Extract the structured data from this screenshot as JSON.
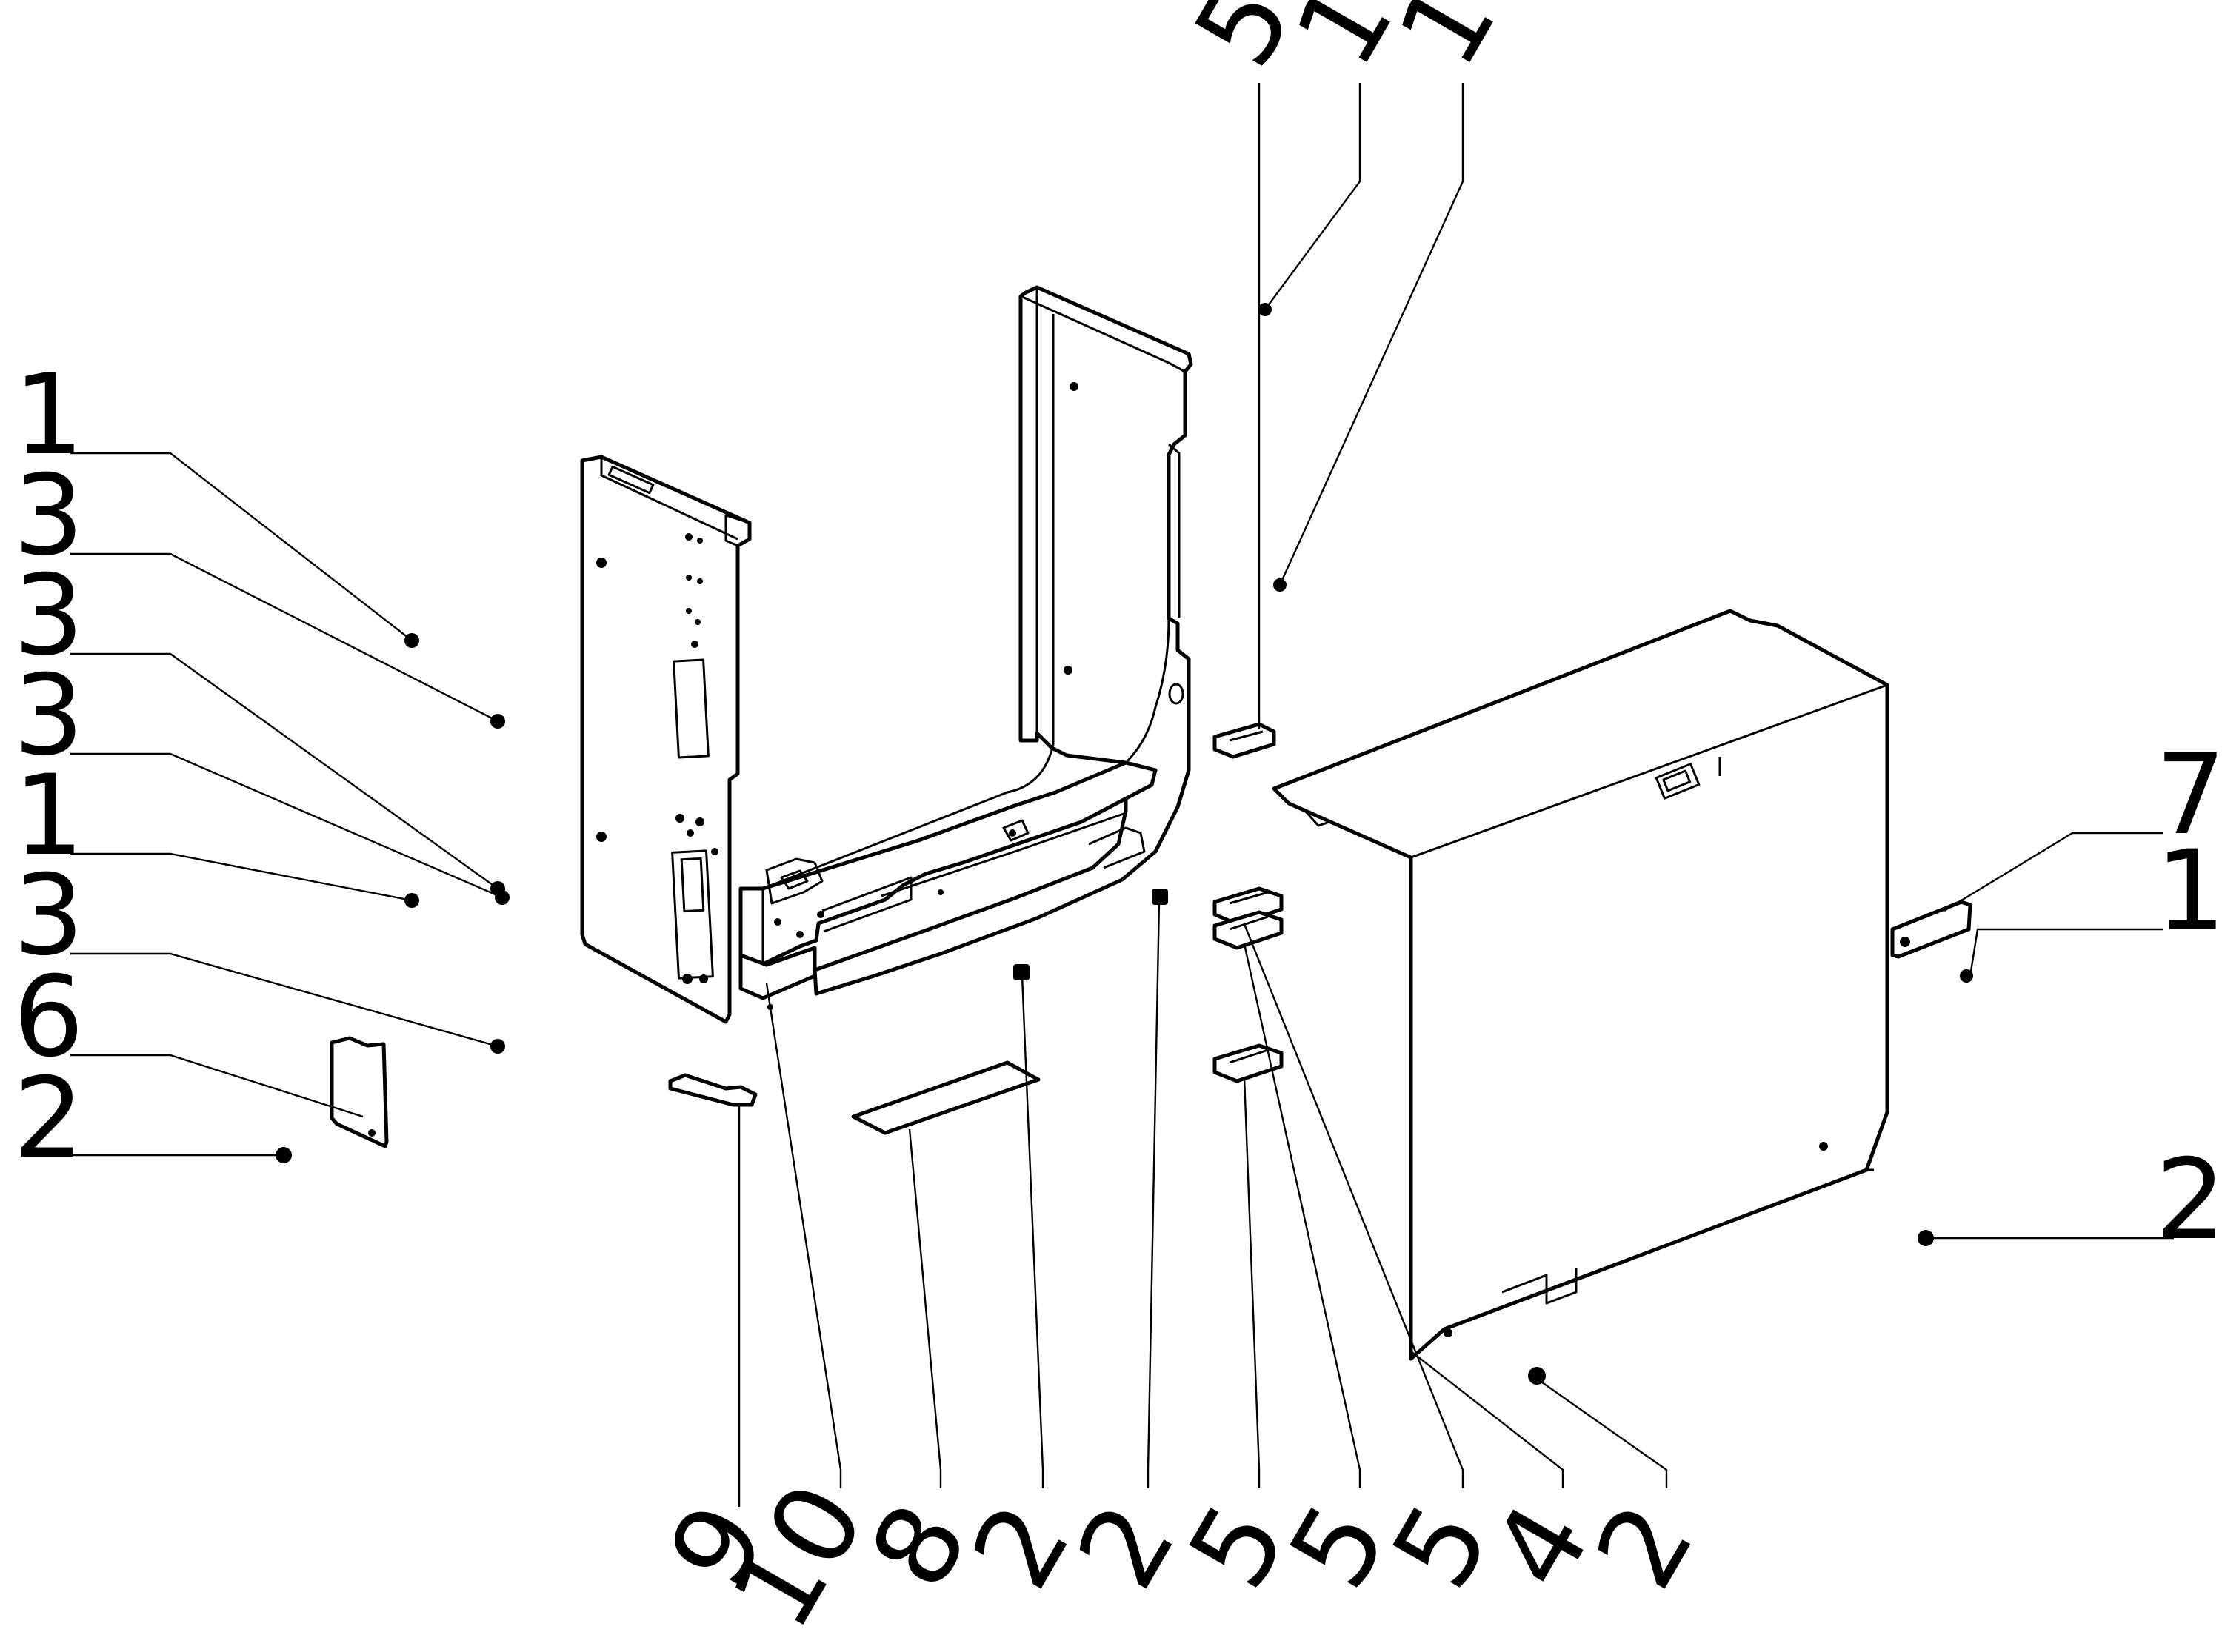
{
  "diagram": {
    "callouts": {
      "top_5": "5",
      "top_1a": "1",
      "top_1b": "1",
      "left_1a": "1",
      "left_3a": "3",
      "left_3b": "3",
      "left_3c": "3",
      "left_1b": "1",
      "left_3d": "3",
      "left_6": "6",
      "left_2": "2",
      "right_7": "7",
      "right_1": "1",
      "right_2": "2",
      "bottom_9": "9",
      "bottom_10": "10",
      "bottom_8": "8",
      "bottom_2a": "2",
      "bottom_2b": "2",
      "bottom_5a": "5",
      "bottom_5b": "5",
      "bottom_5c": "5",
      "bottom_4": "4",
      "bottom_2c": "2"
    }
  }
}
